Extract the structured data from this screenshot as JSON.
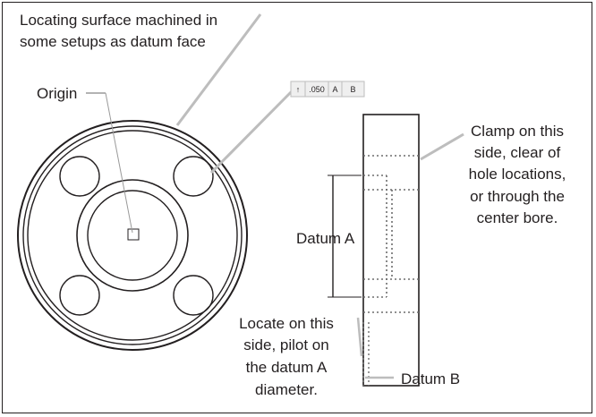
{
  "labels": {
    "locating_surface": [
      "Locating surface machined in",
      "some setups as datum face"
    ],
    "origin": "Origin",
    "clamp": [
      "Clamp on this",
      "side, clear of",
      "hole locations,",
      "or through the",
      "center bore."
    ],
    "datum_a": "Datum A",
    "locate": [
      "Locate on this",
      "side, pilot on",
      "the datum A",
      "diameter."
    ],
    "datum_b": "Datum B"
  },
  "feature_control_frame": {
    "symbol": "↑",
    "tolerance": ".050",
    "datum_1": "A",
    "datum_2": "B"
  },
  "colors": {
    "ink": "#231f20",
    "leader": "#bdbdbd",
    "dot": "#6d6d6d"
  }
}
